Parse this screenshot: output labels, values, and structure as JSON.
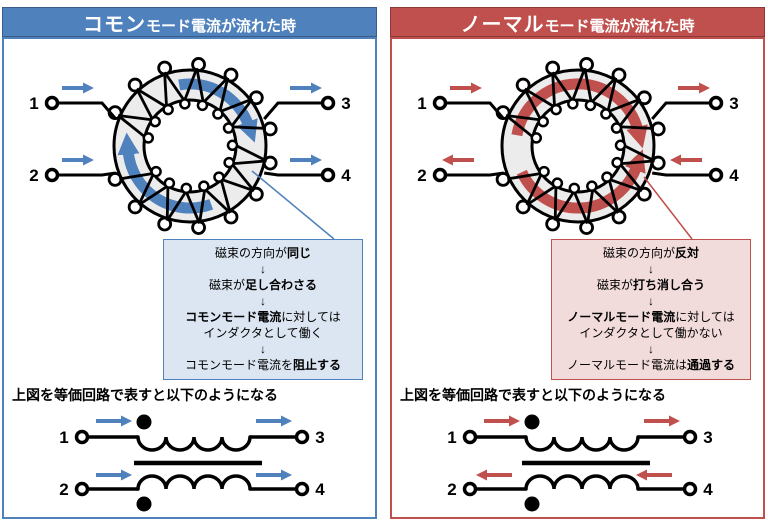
{
  "colors": {
    "blue_accent": "#4F81BD",
    "blue_box_fill": "#DCE6F2",
    "red_accent": "#C0504D",
    "red_box_fill": "#F2DCDB",
    "wire": "#000000",
    "core_ring_fill": "#ECECEC",
    "header_text": "#FFFFFF"
  },
  "panels": [
    {
      "id": "common-mode",
      "accent": "#4F81BD",
      "box_fill": "#DCE6F2",
      "title_runs": [
        {
          "t": "コモン",
          "big": true
        },
        {
          "t": "モード電流が流れた時",
          "big": false
        }
      ],
      "terminals": [
        "1",
        "2",
        "3",
        "4"
      ],
      "toroid": {
        "flux_mode": "add",
        "terminal_arrows": {
          "t1": "right",
          "t2": "right",
          "t3": "right",
          "t4": "right"
        }
      },
      "box_lines": [
        [
          {
            "t": "磁束の方向が"
          },
          {
            "t": "同じ",
            "b": true
          }
        ],
        [
          {
            "t": "↓"
          }
        ],
        [
          {
            "t": "磁束が"
          },
          {
            "t": "足し合わさる",
            "b": true
          }
        ],
        [
          {
            "t": "↓"
          }
        ],
        [
          {
            "t": "コモンモード電流",
            "b": true
          },
          {
            "t": "に対しては"
          }
        ],
        [
          {
            "t": "インダクタとして働く"
          }
        ],
        [
          {
            "t": "↓"
          }
        ],
        [
          {
            "t": "コモンモード電流を"
          },
          {
            "t": "阻止する",
            "b": true
          }
        ]
      ],
      "caption": "上図を等価回路で表すと以下のようになる",
      "circuit": {
        "arrows": {
          "top_left": "right",
          "top_right": "right",
          "bottom_left": "right",
          "bottom_right": "right"
        }
      }
    },
    {
      "id": "normal-mode",
      "accent": "#C0504D",
      "box_fill": "#F2DCDB",
      "title_runs": [
        {
          "t": "ノーマル",
          "big": true
        },
        {
          "t": "モード電流が流れた時",
          "big": false
        }
      ],
      "terminals": [
        "1",
        "2",
        "3",
        "4"
      ],
      "toroid": {
        "flux_mode": "cancel",
        "terminal_arrows": {
          "t1": "right",
          "t2": "left",
          "t3": "right",
          "t4": "left"
        }
      },
      "box_lines": [
        [
          {
            "t": "磁束の方向が"
          },
          {
            "t": "反対",
            "b": true
          }
        ],
        [
          {
            "t": "↓"
          }
        ],
        [
          {
            "t": "磁束が"
          },
          {
            "t": "打ち消し合う",
            "b": true
          }
        ],
        [
          {
            "t": "↓"
          }
        ],
        [
          {
            "t": "ノーマルモード電流",
            "b": true
          },
          {
            "t": "に対しては"
          }
        ],
        [
          {
            "t": "インダクタとして働かない"
          }
        ],
        [
          {
            "t": "↓"
          }
        ],
        [
          {
            "t": "ノーマルモード電流は"
          },
          {
            "t": "通過する",
            "b": true
          }
        ]
      ],
      "caption": "上図を等価回路で表すと以下のようになる",
      "circuit": {
        "arrows": {
          "top_left": "right",
          "top_right": "right",
          "bottom_left": "left",
          "bottom_right": "left"
        }
      }
    }
  ]
}
